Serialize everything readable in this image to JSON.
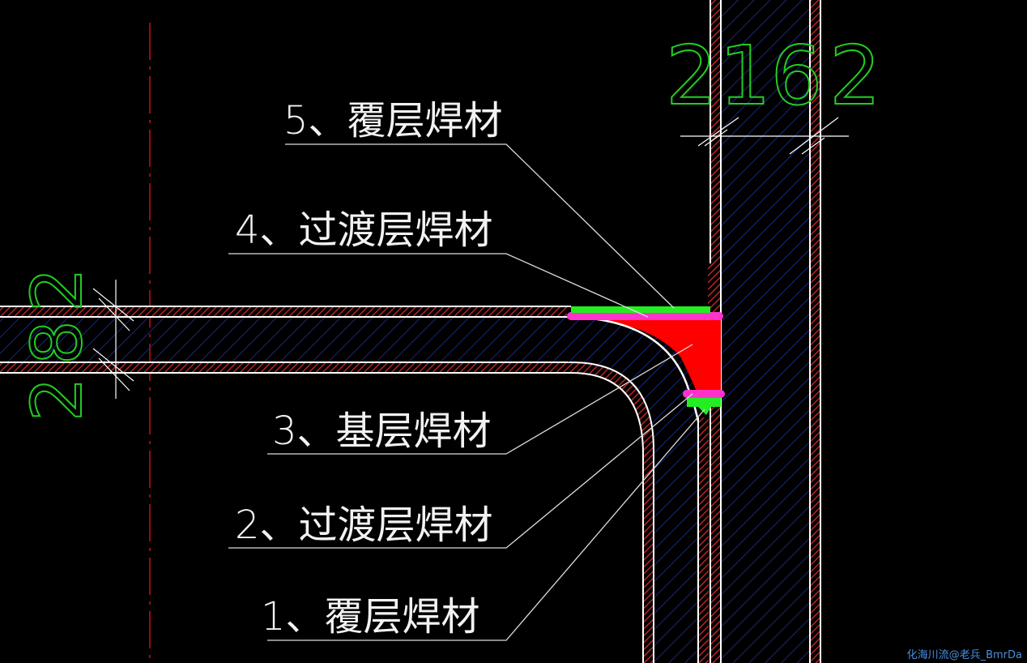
{
  "labels": [
    {
      "id": "label-5",
      "text": "5、覆层焊材"
    },
    {
      "id": "label-4",
      "text": "4、过渡层焊材"
    },
    {
      "id": "label-3",
      "text": "3、基层焊材"
    },
    {
      "id": "label-2",
      "text": "2、过渡层焊材"
    },
    {
      "id": "label-1",
      "text": "1、覆层焊材"
    }
  ],
  "dimensions": {
    "vertical_plate": [
      "2",
      "16",
      "2"
    ],
    "horizontal_plate": [
      "2",
      "8",
      "2"
    ]
  },
  "watermark": "化海川流@老兵_BmrDa",
  "colors": {
    "background": "#000000",
    "clad_layer": "#cc2222",
    "base_hatch": "#2233aa",
    "outline": "#ffffff",
    "base_weld": "#ff0000",
    "transition_weld": "#ff33cc",
    "cover_weld": "#22ee22",
    "centerline": "#cc1111",
    "dimension": "#22cc22",
    "leader": "#dddddd"
  }
}
